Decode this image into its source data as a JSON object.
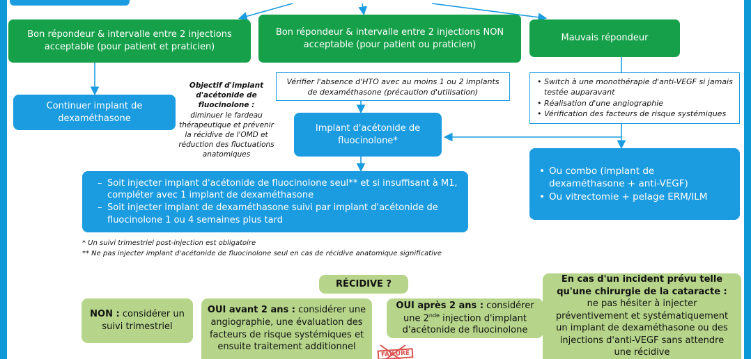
{
  "top_box": {
    "text": ""
  },
  "row1": {
    "bon_acceptable": "Bon répondeur & intervalle entre 2 injections acceptable (pour patient et praticien)",
    "bon_non_acceptable": "Bon répondeur & intervalle entre 2 injections NON acceptable (pour patient ou praticien)",
    "mauvais": "Mauvais répondeur"
  },
  "continuer": "Continuer implant de dexaméthasone",
  "objectif": {
    "title": "Objectif d'implant d'acétonide de fluocinolone :",
    "body": "diminuer le fardeau thérapeutique et prévenir la récidive de l'OMD et réduction des fluctuations anatomiques"
  },
  "verifier": "Vérifier l'absence d'HTO avec au moins 1 ou 2 implants de dexaméthasone (précaution d'utilisation)",
  "mauvais_list": [
    "Switch à une monothérapie d'anti-VEGF si jamais testée auparavant",
    "Réalisation d'une angiographie",
    "Vérification des facteurs de risque systémiques"
  ],
  "implant_fluo": "Implant d'acétonide de fluocinolone*",
  "options": [
    "Ou combo (implant de dexaméthasone + anti-VEGF)",
    "Ou vitrectomie + pelage ERM/ILM"
  ],
  "soit": [
    "Soit injecter implant d'acétonide de fluocinolone seul** et si insuffisant à M1, compléter avec 1 implant de dexaméthasone",
    "Soit injecter implant de dexaméthasone suivi par implant d'acétonide de fluocinolone 1 ou 4 semaines plus tard"
  ],
  "footnotes": [
    "* Un suivi trimestriel post-injection est obligatoire",
    "** Ne pas injecter implant d'acétonide de fluocinolone seul en cas de récidive anatomique significative"
  ],
  "recidive": "RÉCIDIVE ?",
  "non": {
    "bold": "NON :",
    "text": "considérer un suivi trimestriel"
  },
  "oui_avant": {
    "bold": "OUI avant 2 ans :",
    "text": "considérer une angiographie, une évaluation des facteurs de risque systémiques et ensuite traitement additionnel"
  },
  "oui_apres": {
    "bold": "OUI après 2 ans :",
    "text_before": "considérer une 2",
    "sup": "nde",
    "text_after": " injection d'implant d'acétonide de fluocinolone"
  },
  "incident": {
    "bold": "En cas d'un incident prévu telle qu'une chirurgie de la cataracte :",
    "text": "ne pas hésiter à injecter préventivement et systématiquement un implant de dexaméthasone ou des injections d'anti-VEGF sans attendre une récidive"
  },
  "stamp": "FAILURE",
  "colors": {
    "frame": "#0d98d8",
    "green": "#16a04a",
    "blue": "#1b9be0",
    "light_green": "#b6d58a",
    "arrow": "#1b9be0",
    "stamp": "#d9534f"
  }
}
